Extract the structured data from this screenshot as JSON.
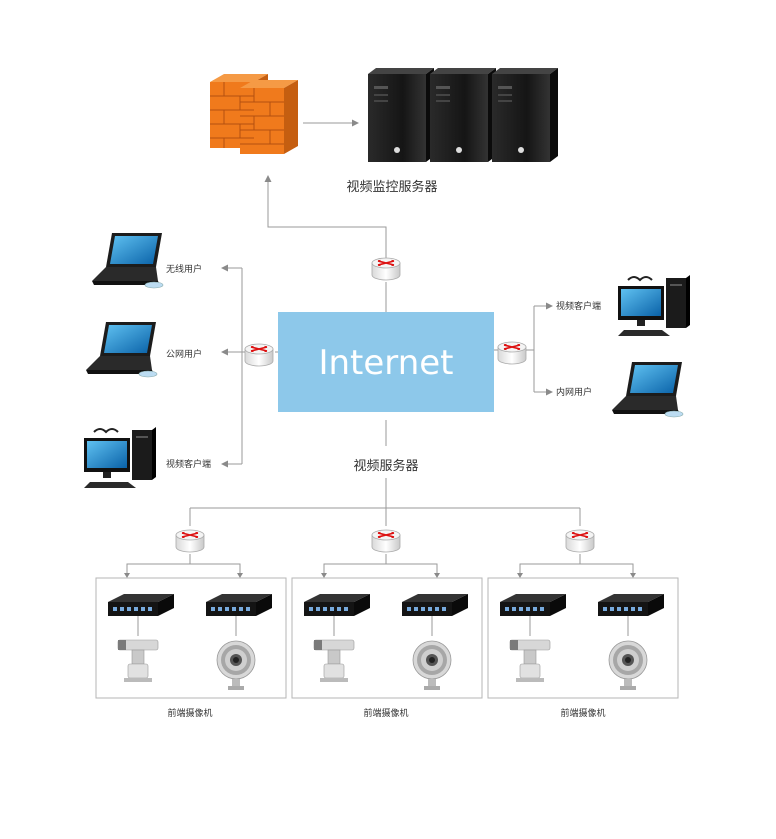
{
  "internet_label": "Internet",
  "server_label": "视频监控服务器",
  "video_server_label": "视频服务器",
  "left_clients": {
    "wireless": "无线用户",
    "public": "公网用户",
    "video_client": "视频客户端"
  },
  "right_clients": {
    "video_client": "视频客户端",
    "intranet": "内网用户"
  },
  "front_groups": [
    {
      "label": "前端摄像机"
    },
    {
      "label": "前端摄像机"
    },
    {
      "label": "前端摄像机"
    }
  ],
  "colors": {
    "internet_box": "#8dc8ea",
    "firewall": "#f07a1c",
    "wire": "#9a9a9a"
  },
  "icons": {
    "firewall": "firewall-icon",
    "server": "tower-server-icon",
    "router": "router-icon",
    "laptop": "laptop-icon",
    "desktop": "desktop-pc-icon",
    "encoder": "video-encoder-icon",
    "camera": "ptz-camera-icon",
    "ir_camera": "ir-camera-icon"
  }
}
